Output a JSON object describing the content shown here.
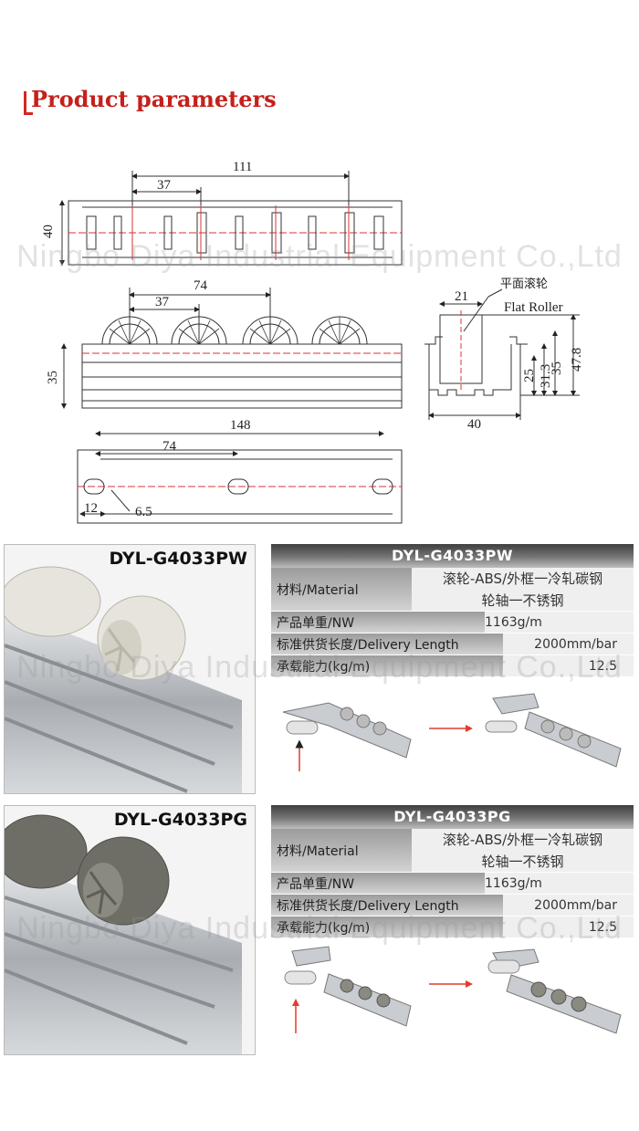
{
  "header": {
    "title": "Product parameters"
  },
  "watermark": {
    "text": "Ningbo Diya Industrial Equipment Co.,Ltd"
  },
  "drawing": {
    "top_view": {
      "length": "111",
      "pitch": "37",
      "height": "40"
    },
    "side_view": {
      "span": "74",
      "pitch": "37",
      "height": "35"
    },
    "section_view": {
      "callout_cn": "平面滚轮",
      "callout_en": "Flat Roller",
      "roller_width": "21",
      "base_width": "40",
      "dim_25": "25",
      "dim_31_3": "31.3",
      "dim_35": "35",
      "dim_47_8": "47.8"
    },
    "bottom_view": {
      "length": "148",
      "span": "74",
      "edge": "12",
      "hole": "6.5"
    }
  },
  "products": [
    {
      "model": "DYL-G4033PW",
      "roller_color": "#e6e4dc",
      "rows": {
        "material_key": "材料/Material",
        "material_line1": "滚轮-ABS/外框一冷轧碳钢",
        "material_line2": "轮轴一不锈钢",
        "weight_key": "产品单重/NW",
        "weight_val": "1163g/m",
        "length_key": "标准供货长度/Delivery Length",
        "length_val": "2000mm/bar",
        "load_key": "承载能力(kg/m)",
        "load_val": "12.5"
      }
    },
    {
      "model": "DYL-G4033PG",
      "roller_color": "#6e6e66",
      "rows": {
        "material_key": "材料/Material",
        "material_line1": "滚轮-ABS/外框一冷轧碳钢",
        "material_line2": "轮轴一不锈钢",
        "weight_key": "产品单重/NW",
        "weight_val": "1163g/m",
        "length_key": "标准供货长度/Delivery Length",
        "length_val": "2000mm/bar",
        "load_key": "承载能力(kg/m)",
        "load_val": "12.5"
      }
    }
  ],
  "colors": {
    "title_red": "#c4211b",
    "arrow_red": "#e23b2e"
  }
}
